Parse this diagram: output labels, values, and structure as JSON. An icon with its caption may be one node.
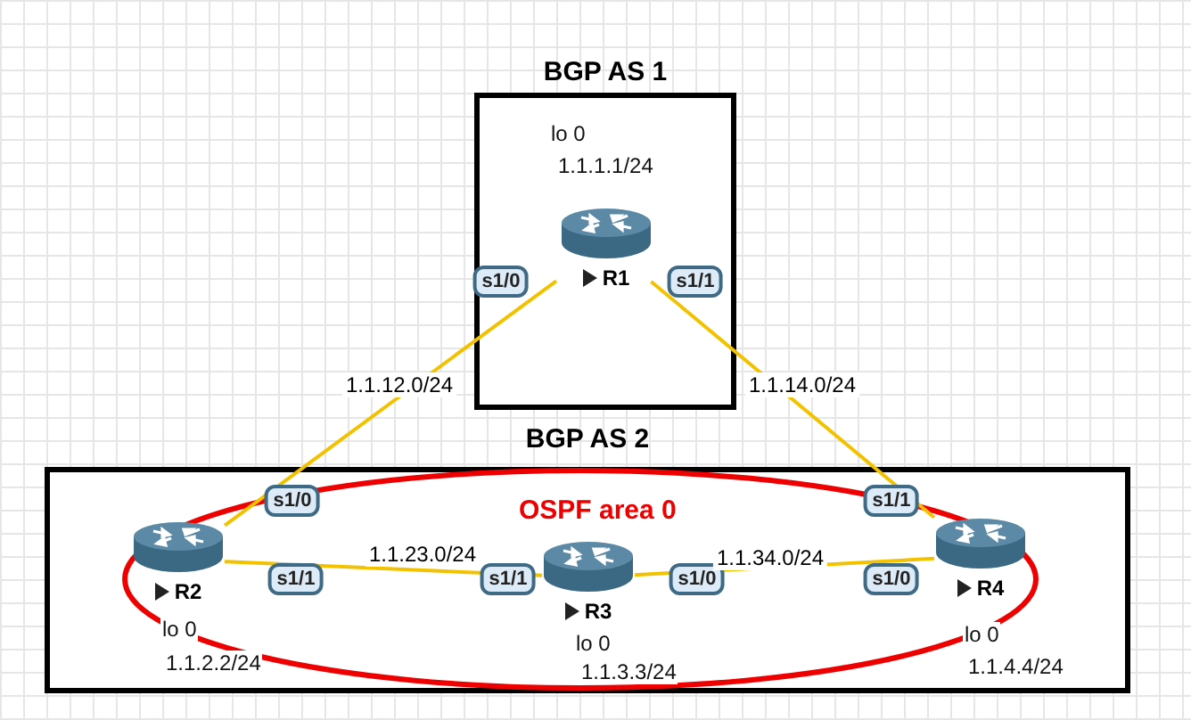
{
  "diagram": {
    "nodes": [
      {
        "text": [
          "BGP AS 1"
        ]
      },
      {
        "text": [
          "R1"
        ],
        "in": 0,
        "beside": [
          "lo 0",
          "1.1.1.1/24"
        ]
      },
      {
        "text": [
          "BGP AS 2"
        ]
      },
      {
        "text": [
          "OSPF area 0"
        ],
        "in": 2
      },
      {
        "text": [
          "R2"
        ],
        "in": 3
      },
      {
        "text": [
          "R3"
        ],
        "in": 3
      },
      {
        "text": [
          "R4"
        ],
        "in": 3
      }
    ],
    "edges": [
      {
        "from": 1,
        "to": 4,
        "arrow": "none",
        "label": "1.1.12.0/24"
      },
      {
        "from": 1,
        "to": 6,
        "arrow": "none",
        "label": "1.1.14.0/24"
      },
      {
        "from": 4,
        "to": 5,
        "arrow": "none",
        "label": "1.1.23.0/24"
      },
      {
        "from": 5,
        "to": 6,
        "arrow": "none",
        "label": "1.1.34.0/24"
      }
    ],
    "labels": [
      "s1/0",
      "s1/1",
      "s1/0",
      "s1/1",
      "s1/1",
      "s1/1",
      "s1/0",
      "s1/0",
      "lo 0",
      "1.1.2.2/24",
      "lo 0",
      "1.1.3.3/24",
      "lo 0",
      "1.1.4.4/24"
    ]
  }
}
